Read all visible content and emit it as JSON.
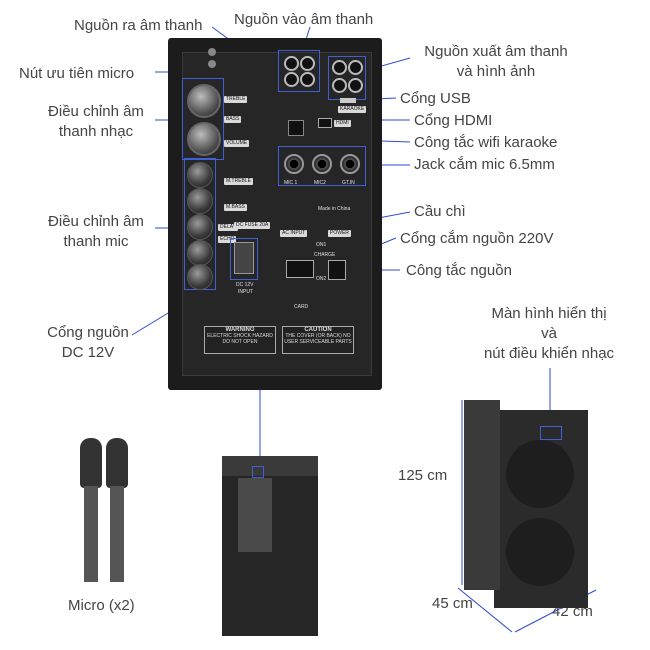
{
  "labels": {
    "audio_out": "Nguồn ra âm thanh",
    "audio_in": "Nguồn vào âm thanh",
    "mic_priority": "Nút  ưu tiên micro",
    "av_out_line1": "Nguồn xuất âm thanh",
    "av_out_line2": "và hình ảnh",
    "music_adjust_line1": "Điều chỉnh âm",
    "music_adjust_line2": "thanh nhạc",
    "usb": "Cổng USB",
    "hdmi": "Cổng HDMI",
    "wifi_switch": "Công tắc wifi karaoke",
    "mic_jack": "Jack cắm mic 6.5mm",
    "mic_adjust_line1": "Điều chỉnh âm",
    "mic_adjust_line2": "thanh mic",
    "fuse": "Cầu chì",
    "power_port": "Cổng cắm nguồn 220V",
    "power_switch": "Công tắc nguồn",
    "dc_port_line1": "Cổng nguồn",
    "dc_port_line2": "DC 12V",
    "display_line1": "Màn hình hiển thị",
    "display_line2": "và",
    "display_line3": "nút điều khiển nhạc",
    "height": "125 cm",
    "depth": "45 cm",
    "width": "42 cm",
    "micro": "Micro (x2)"
  },
  "panel": {
    "treble": "TREBLE",
    "bass": "BASS",
    "volume": "VOLUME",
    "m_treble": "M.TREBLE",
    "m_bass": "M.BASS",
    "echo": "ECHO",
    "delay": "DELAY",
    "karaoke": "KARAOKE",
    "usb_tag": "USB",
    "hdmi_tag": "HDMI",
    "mic1": "MIC 1",
    "mic2": "MIC2",
    "gtin": "GT.IN",
    "dc_fuse": "DC FUSE 20A",
    "dc_input_1": "DC 12V",
    "dc_input_2": "INPUT",
    "ac_input": "AC INPUT",
    "power": "POWER",
    "on1": "ON1",
    "on2": "ON2",
    "charge": "CHARGE",
    "warning": "WARNING",
    "caution": "CAUTION",
    "warning_text": "ELECTRIC SHOCK HAZARD DO NOT OPEN",
    "caution_text": "THE COVER (OR BACK) NO USER SERVICEABLE PARTS",
    "made_in": "Made in China",
    "card": "CARD"
  },
  "colors": {
    "annotation_line": "#2c4bd0",
    "label_text": "#444444",
    "panel_bg": "#1c1c1c",
    "speaker_body": "#2b2b2b"
  }
}
